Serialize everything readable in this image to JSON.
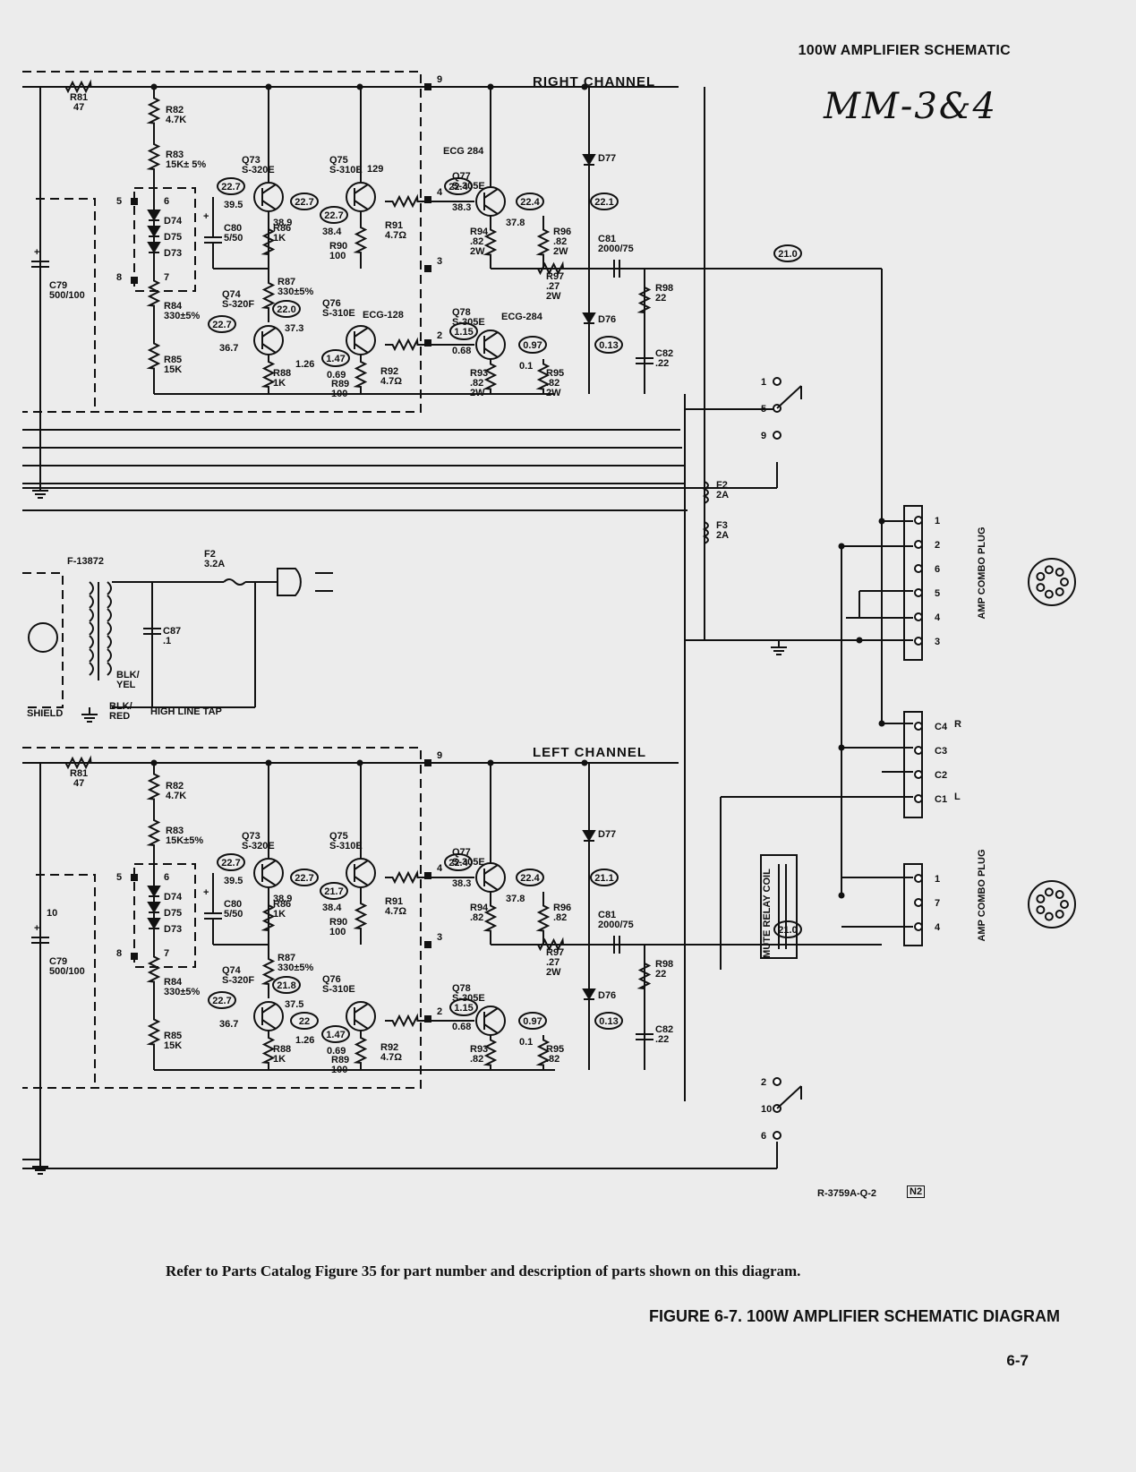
{
  "header": {
    "title": "100W AMPLIFIER SCHEMATIC",
    "handwritten_id": "MM-3&4"
  },
  "schematic": {
    "right_channel_label": "RIGHT CHANNEL",
    "left_channel_label": "LEFT CHANNEL",
    "transformer_label": "F-13872",
    "fuse_main": [
      "F2",
      "3.2A"
    ],
    "fuse_f2": [
      "F2",
      "2A"
    ],
    "fuse_f3": [
      "F3",
      "2A"
    ],
    "c87": [
      "C87",
      ".1"
    ],
    "shield": "SHIELD",
    "blk_yel": [
      "BLK/",
      "YEL"
    ],
    "blk_red": [
      "BLK/",
      "RED"
    ],
    "high_line_tap": "HIGH LINE TAP",
    "combo_plug_label": "AMP COMBO PLUG",
    "combo_plug_pins_top": [
      "1",
      "2",
      "6",
      "5",
      "4",
      "3"
    ],
    "c_pins": [
      "C4",
      "C3",
      "C2",
      "C1"
    ],
    "c_pin_suffix": [
      "R",
      "L"
    ],
    "combo_plug_pins_bottom": [
      "1",
      "7",
      "4"
    ],
    "mute_relay": "MUTE RELAY COIL",
    "right": {
      "R81": [
        "R81",
        "47"
      ],
      "R82": [
        "R82",
        "4.7K"
      ],
      "R83": [
        "R83",
        "15K± 5%"
      ],
      "Q73": [
        "Q73",
        "S-320E"
      ],
      "Q75": [
        "Q75",
        "S-310E"
      ],
      "Q75_note": "129",
      "Q77": [
        "Q77",
        "S-305E"
      ],
      "Q77_note": "ECG 284",
      "C80": [
        "C80",
        "5/50"
      ],
      "R86": [
        "R86",
        "1K"
      ],
      "R90": [
        "R90",
        "100"
      ],
      "R91": [
        "R91",
        "4.7Ω"
      ],
      "R94": [
        "R94",
        ".82",
        "2W"
      ],
      "R96": [
        "R96",
        ".82",
        "2W"
      ],
      "C81": [
        "C81",
        "2000/75"
      ],
      "R97": [
        "R97",
        ".27",
        "2W"
      ],
      "R98": [
        "R98",
        "22"
      ],
      "C82": [
        "C82",
        ".22"
      ],
      "R87": [
        "R87",
        "330±5%"
      ],
      "Q74": [
        "Q74",
        "S-320F"
      ],
      "Q76": [
        "Q76",
        "S-310E"
      ],
      "Q76_note": "ECG-128",
      "Q78": [
        "Q78",
        "S-305E"
      ],
      "Q78_note": "ECG-284",
      "R84": [
        "R84",
        "330±5%"
      ],
      "R85": [
        "R85",
        "15K"
      ],
      "R88": [
        "R88",
        "1K"
      ],
      "R89": [
        "R89",
        "100"
      ],
      "R92": [
        "R92",
        "4.7Ω"
      ],
      "R93": [
        "R93",
        ".82",
        "2W"
      ],
      "R95": [
        "R95",
        ".82",
        "2W"
      ],
      "C79": [
        "C79",
        "500/100"
      ],
      "D": [
        "D74",
        "D75",
        "D73",
        "D77",
        "D76"
      ],
      "volts": [
        "39.5",
        "38.9",
        "38.4",
        "38.3",
        "37.8",
        "37.3",
        "36.7",
        "1.26",
        "0.69",
        "0.68",
        "0.1"
      ],
      "circled": [
        "22.7",
        "22.7",
        "22.7",
        "22.4",
        "22.4",
        "22.1",
        "21.0",
        "22.0",
        "22.7",
        "1.47",
        "1.15",
        "0.97",
        "0.13"
      ],
      "terminals": [
        "9",
        "4",
        "3",
        "2"
      ],
      "diode_pins": [
        "5",
        "6",
        "8",
        "7"
      ]
    },
    "left": {
      "R81": [
        "R81",
        "47"
      ],
      "R82": [
        "R82",
        "4.7K"
      ],
      "R83": [
        "R83",
        "15K±5%"
      ],
      "Q73": [
        "Q73",
        "S-320E"
      ],
      "Q75": [
        "Q75",
        "S-310E"
      ],
      "Q77": [
        "Q77",
        "S-305E"
      ],
      "C80": [
        "C80",
        "5/50"
      ],
      "R86": [
        "R86",
        "1K"
      ],
      "R90": [
        "R90",
        "100"
      ],
      "R91": [
        "R91",
        "4.7Ω"
      ],
      "R94": [
        "R94",
        ".82"
      ],
      "R96": [
        "R96",
        ".82"
      ],
      "C81": [
        "C81",
        "2000/75"
      ],
      "R97": [
        "R97",
        ".27",
        "2W"
      ],
      "R98": [
        "R98",
        "22"
      ],
      "C82": [
        "C82",
        ".22"
      ],
      "R87": [
        "R87",
        "330±5%"
      ],
      "Q74": [
        "Q74",
        "S-320F"
      ],
      "Q76": [
        "Q76",
        "S-310E"
      ],
      "Q78": [
        "Q78",
        "S-305E"
      ],
      "R84": [
        "R84",
        "330±5%"
      ],
      "R85": [
        "R85",
        "15K"
      ],
      "R88": [
        "R88",
        "1K"
      ],
      "R89": [
        "R89",
        "100"
      ],
      "R92": [
        "R92",
        "4.7Ω"
      ],
      "R93": [
        "R93",
        ".82"
      ],
      "R95": [
        "R95",
        ".82"
      ],
      "C79": [
        "C79",
        "500/100"
      ],
      "cap_note": "10",
      "D": [
        "D74",
        "D75",
        "D73",
        "D77",
        "D76"
      ],
      "volts": [
        "39.5",
        "38.9",
        "38.4",
        "38.3",
        "37.8",
        "37.5",
        "36.7",
        "1.26",
        "0.69",
        "0.68",
        "0.1"
      ],
      "circled": [
        "22.7",
        "22.7",
        "21.7",
        "22.4",
        "22.4",
        "21.1",
        "21.0",
        "21.8",
        "22.7",
        "22",
        "1.47",
        "1.15",
        "0.97",
        "0.13"
      ],
      "terminals": [
        "9",
        "4",
        "3",
        "2"
      ],
      "diode_pins": [
        "5",
        "6",
        "8",
        "7"
      ]
    },
    "switch_top_pins": [
      "1",
      "5",
      "9"
    ],
    "switch_bottom_pins": [
      "2",
      "10",
      "6"
    ]
  },
  "footer": {
    "drawing_number": "R-3759A-Q-2",
    "revision_box": "N2",
    "reference_note": "Refer to Parts Catalog Figure 35 for part number and description of parts shown on this diagram.",
    "figure_caption": "FIGURE 6-7. 100W AMPLIFIER SCHEMATIC DIAGRAM",
    "page_number": "6-7"
  }
}
